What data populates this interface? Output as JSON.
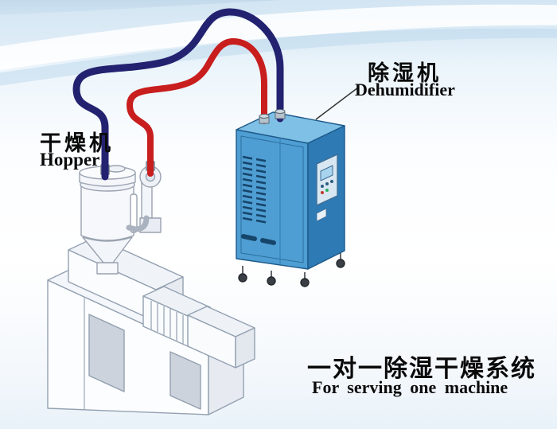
{
  "labels": {
    "hopper": {
      "cn": "干燥机",
      "en": "Hopper"
    },
    "dehumidifier": {
      "cn": "除湿机",
      "en": "Dehumidifier"
    },
    "caption": {
      "cn": "一对一除湿干燥系统",
      "en": "For serving one machine"
    }
  },
  "colors": {
    "pipe_red": "#c81e1e",
    "pipe_navy": "#232270",
    "cabinet_front": "#4f9ed3",
    "cabinet_side": "#2e7ab5",
    "cabinet_top": "#7fc0e6",
    "cabinet_outline": "#1d5a8a"
  },
  "components": [
    {
      "name": "hopper-dryer",
      "label_cn": "干燥机",
      "label_en": "Hopper"
    },
    {
      "name": "dehumidifier",
      "label_cn": "除湿机",
      "label_en": "Dehumidifier"
    },
    {
      "name": "extruder-machine"
    },
    {
      "name": "red-pipe",
      "color": "#c81e1e"
    },
    {
      "name": "navy-pipe",
      "color": "#232270"
    }
  ]
}
